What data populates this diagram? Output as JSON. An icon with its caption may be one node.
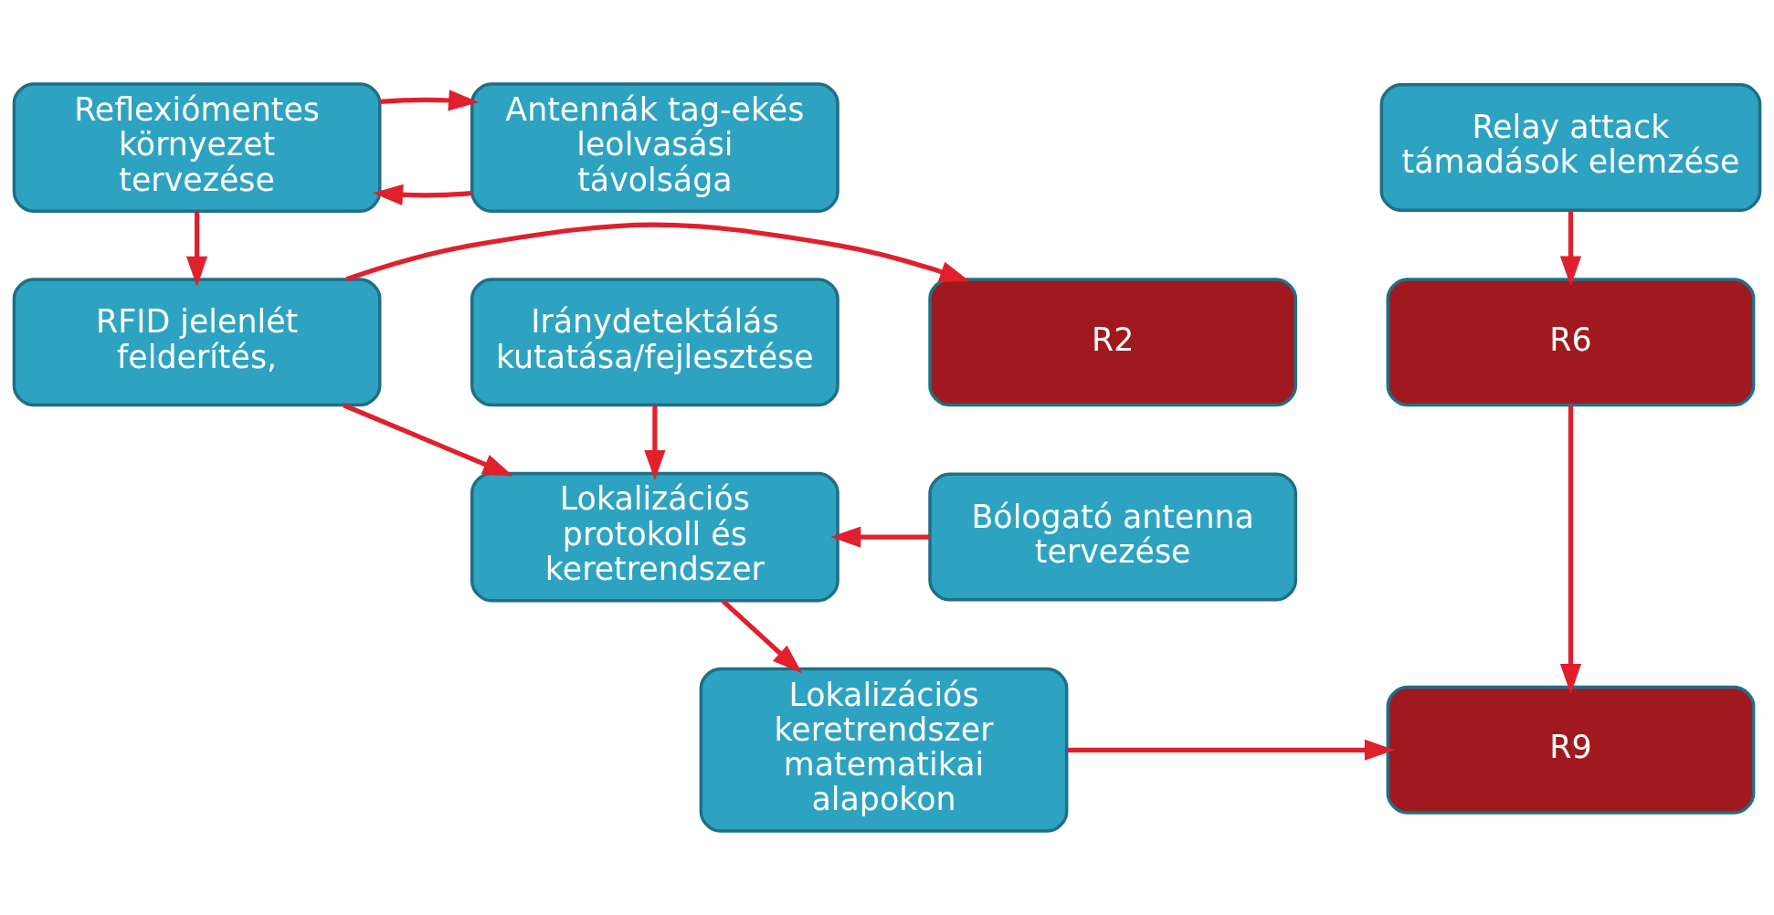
{
  "diagram": {
    "nodes": [
      {
        "text": [
          "Relay attack támadások elemzése"
        ]
      },
      {
        "text": [
          "Antennák tag-ekés leolvasási távolsága"
        ]
      },
      {
        "text": [
          "Reflexiómentes környezet tervezése"
        ]
      },
      {
        "text": [
          "R6"
        ]
      },
      {
        "text": [
          "R2"
        ]
      },
      {
        "text": [
          "RFID jelenlét felderítés,"
        ]
      },
      {
        "text": [
          "Bólogató antenna tervezése"
        ]
      },
      {
        "text": [
          "Lokalizációs protokoll és keretrendszer"
        ]
      },
      {
        "text": [
          "Iránydetektálás kutatása/fejlesztése"
        ]
      },
      {
        "text": [
          "Lokalizációs keretrendszer matematikai alapokon"
        ]
      },
      {
        "text": [
          "R9"
        ]
      }
    ],
    "edges": [
      {
        "from": 0,
        "to": 3,
        "arrow": "to"
      },
      {
        "from": 1,
        "to": 2,
        "arrow": "to"
      },
      {
        "from": 2,
        "to": 1,
        "arrow": "to"
      },
      {
        "from": 2,
        "to": 5,
        "arrow": "to"
      },
      {
        "from": 5,
        "to": 4,
        "arrow": "to"
      },
      {
        "from": 5,
        "to": 7,
        "arrow": "to"
      },
      {
        "from": 6,
        "to": 7,
        "arrow": "to"
      },
      {
        "from": 8,
        "to": 7,
        "arrow": "to"
      },
      {
        "from": 7,
        "to": 9,
        "arrow": "to"
      },
      {
        "from": 3,
        "to": 10,
        "arrow": "to"
      },
      {
        "from": 9,
        "to": 10,
        "arrow": "to"
      }
    ]
  }
}
